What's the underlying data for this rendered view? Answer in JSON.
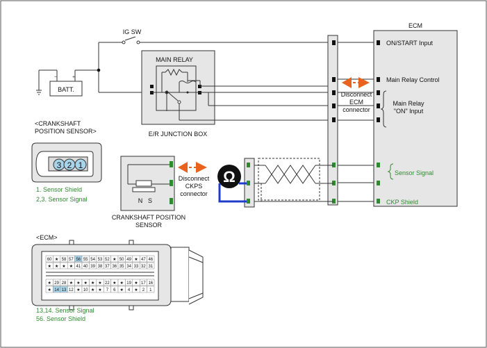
{
  "colors": {
    "green_text": "#2e8b2e",
    "blue_wire": "#1f3cc8",
    "orange_arrow": "#e8641e",
    "box_fill": "#e6e6e6",
    "pin_blue": "#a8d4ea"
  },
  "labels": {
    "ig_sw": "IG SW",
    "batt": "BATT.",
    "main_relay": "MAIN RELAY",
    "junction_box": "E/R JUNCTION BOX",
    "ecm_title": "ECM",
    "on_start_input": "ON/START Input",
    "main_relay_control": "Main Relay Control",
    "main_relay_on_line1": "Main Relay",
    "main_relay_on_line2": "\"ON\" Input",
    "sensor_signal": "Sensor Signal",
    "ckp_shield": "CKP Shield",
    "disconnect_ecm_1": "Disconnect",
    "disconnect_ecm_2": "ECM",
    "disconnect_ecm_3": "connector",
    "disconnect_ckps_1": "Disconnect",
    "disconnect_ckps_2": "CKPS",
    "disconnect_ckps_3": "connector",
    "ohm_symbol": "Ω",
    "crank_header_1": "<CRANKSHAFT",
    "crank_header_2": "POSITION SENSOR>",
    "crank_pin_legend_1": "1. Sensor Shield",
    "crank_pin_legend_2": "2,3. Sensor Signal",
    "sensor_n": "N",
    "sensor_s": "S",
    "ckps_caption_1": "CRANKSHAFT POSITION",
    "ckps_caption_2": "SENSOR",
    "ecm_header": "<ECM>",
    "ecm_pin_legend_1": "13,14. Sensor Signal",
    "ecm_pin_legend_2": "56. Sensor Shield"
  },
  "crank_connector_pins": [
    "3",
    "2",
    "1"
  ],
  "ecm_connector": {
    "row1": [
      "60",
      "★",
      "58",
      "57",
      "56",
      "55",
      "54",
      "53",
      "52",
      "★",
      "50",
      "49",
      "★",
      "47",
      "46"
    ],
    "row2": [
      "★",
      "★",
      "★",
      "★",
      "41",
      "40",
      "39",
      "38",
      "37",
      "36",
      "35",
      "34",
      "33",
      "32",
      "31"
    ],
    "row3": [
      "★",
      "29",
      "28",
      "★",
      "★",
      "★",
      "★",
      "★",
      "22",
      "★",
      "★",
      "19",
      "★",
      "17",
      "16"
    ],
    "row4": [
      "★",
      "14",
      "13",
      "12",
      "★",
      "10",
      "★",
      "★",
      "7",
      "6",
      "★",
      "4",
      "★",
      "2",
      "1"
    ],
    "highlighted": [
      "56",
      "14",
      "13"
    ]
  }
}
